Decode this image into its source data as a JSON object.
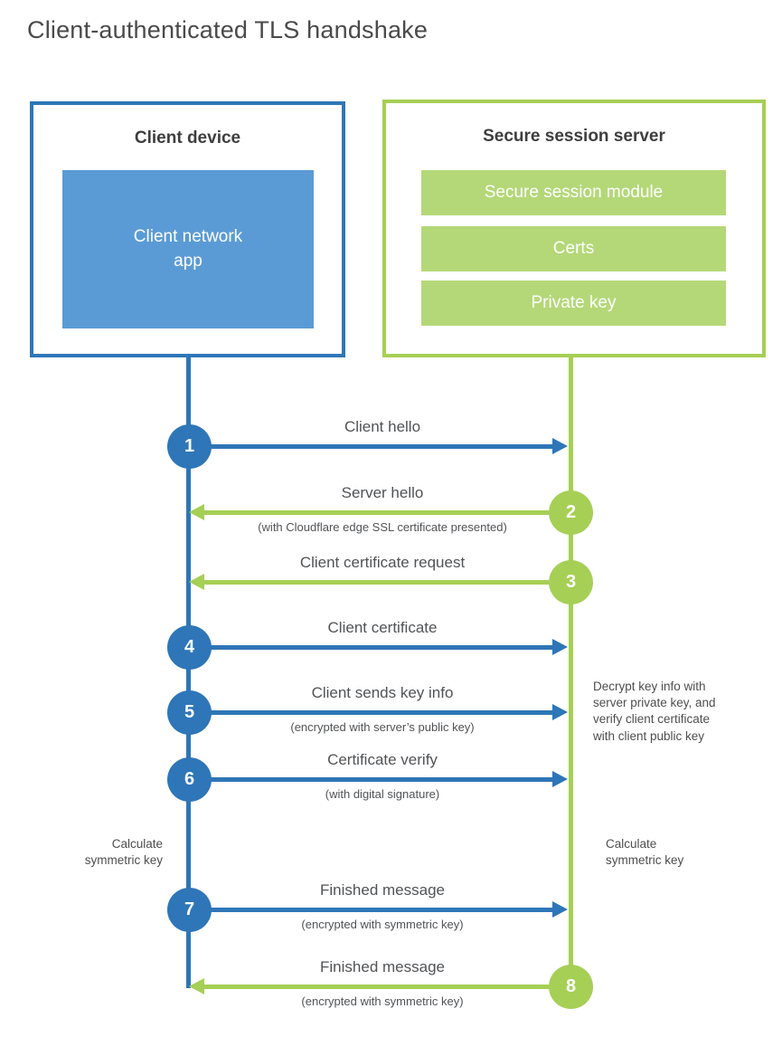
{
  "title": "Client-authenticated TLS handshake",
  "colors": {
    "blue": "#2E76B8",
    "blue_fill": "#5B9BD5",
    "green": "#A6CF55",
    "green_fill": "#B4D878"
  },
  "client_box": {
    "title": "Client device",
    "app_label": "Client network\napp"
  },
  "server_box": {
    "title": "Secure session server",
    "modules": [
      "Secure session module",
      "Certs",
      "Private key"
    ]
  },
  "steps": [
    {
      "num": "1",
      "from": "client",
      "label": "Client hello",
      "sublabel": ""
    },
    {
      "num": "2",
      "from": "server",
      "label": "Server hello",
      "sublabel": "(with Cloudflare edge SSL certificate presented)"
    },
    {
      "num": "3",
      "from": "server",
      "label": "Client certificate request",
      "sublabel": ""
    },
    {
      "num": "4",
      "from": "client",
      "label": "Client certificate",
      "sublabel": ""
    },
    {
      "num": "5",
      "from": "client",
      "label": "Client sends key info",
      "sublabel": "(encrypted with server’s public key)"
    },
    {
      "num": "6",
      "from": "client",
      "label": "Certificate verify",
      "sublabel": "(with digital signature)"
    },
    {
      "num": "7",
      "from": "client",
      "label": "Finished message",
      "sublabel": "(encrypted with symmetric key)"
    },
    {
      "num": "8",
      "from": "server",
      "label": "Finished message",
      "sublabel": "(encrypted with symmetric key)"
    }
  ],
  "annotations": {
    "decrypt_note": "Decrypt key info with\nserver private key, and\nverify client certificate\nwith client public key",
    "calc_left": "Calculate\nsymmetric key",
    "calc_right": "Calculate\nsymmetric key"
  }
}
